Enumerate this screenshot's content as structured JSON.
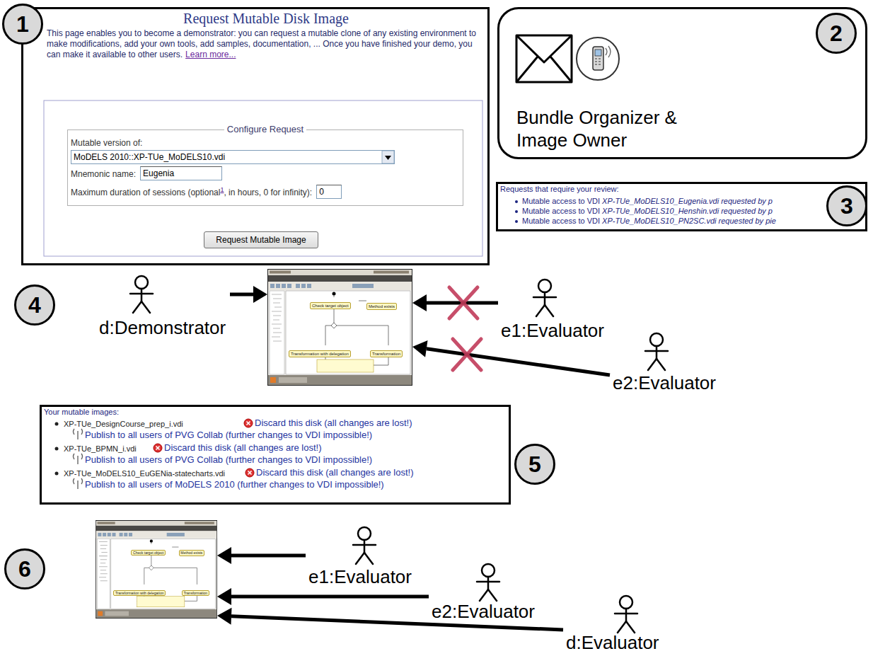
{
  "diagram": {
    "nodes": [
      {
        "text": [
          "Request Mutable Disk Image",
          "This page enables you to become a demonstrator: you can request a mutable clone of any existing environment to make modifications, add your own tools, add samples, documentation, ... Once you have finished your demo, you can make it available to other users.",
          "Learn more..."
        ]
      },
      {
        "text": [
          "Configure Request",
          "Mutable version of:",
          "Mnemonic name:",
          "Maximum duration of sessions (optional",
          "1",
          ", in hours, 0 for infinity):"
        ],
        "in": 0
      },
      {
        "text": [
          "MoDELS 2010::XP-TUe_MoDELS10.vdi"
        ],
        "in": 1
      },
      {
        "text": [
          "Eugenia"
        ],
        "in": 1
      },
      {
        "text": [
          "0"
        ],
        "in": 1
      },
      {
        "text": [
          "Request Mutable Image"
        ],
        "in": 0
      },
      {
        "text": [
          "Bundle Organizer & Image Owner"
        ]
      },
      {
        "text": [
          "Requests that require your review:",
          "Mutable access to VDI",
          "XP-TUe_MoDELS10_Eugenia.vdi requested by p",
          "Mutable access to VDI",
          "XP-TUe_MoDELS10_Henshin.vdi requested by p",
          "Mutable access to VDI",
          "XP-TUe_MoDELS10_PN2SC.vdi requested by pie"
        ]
      },
      {
        "text": [
          "d:Demonstrator"
        ]
      },
      {
        "text": [
          "Check target object",
          "Method exists",
          "Transformation with delegation",
          "Transformation"
        ]
      },
      {
        "text": [
          "e1:Evaluator"
        ]
      },
      {
        "text": [
          "e2:Evaluator"
        ]
      },
      {
        "text": [
          "Your mutable images:",
          "XP-TUe_DesignCourse_prep_i.vdi",
          "Discard this disk (all changes are lost!)",
          "Publish to all users of PVG Collab (further changes to VDI impossible!)",
          "XP-TUe_BPMN_i.vdi",
          "Discard this disk (all changes are lost!)",
          "Publish to all users of PVG Collab (further changes to VDI impossible!)",
          "XP-TUe_MoDELS10_EuGENia-statecharts.vdi",
          "Discard this disk (all changes are lost!)",
          "Publish to all users of MoDELS 2010 (further changes to VDI impossible!)"
        ]
      },
      {
        "text": [
          "Check target object",
          "Method exists",
          "Transformation with delegation",
          "Transformation"
        ]
      },
      {
        "text": [
          "e1:Evaluator"
        ]
      },
      {
        "text": [
          "e2:Evaluator"
        ]
      },
      {
        "text": [
          "d:Evaluator"
        ]
      }
    ],
    "edges": [
      {
        "from": 8,
        "to": 9,
        "arrow": "to"
      },
      {
        "from": 10,
        "to": 9,
        "arrow": "to"
      },
      {
        "from": 11,
        "to": 9,
        "arrow": "to"
      },
      {
        "from": 14,
        "to": 13,
        "arrow": "to"
      },
      {
        "from": 15,
        "to": 13,
        "arrow": "to"
      },
      {
        "from": 16,
        "to": 13,
        "arrow": "to"
      }
    ],
    "labels": [
      "1",
      "2",
      "3",
      "4",
      "5",
      "6"
    ]
  }
}
